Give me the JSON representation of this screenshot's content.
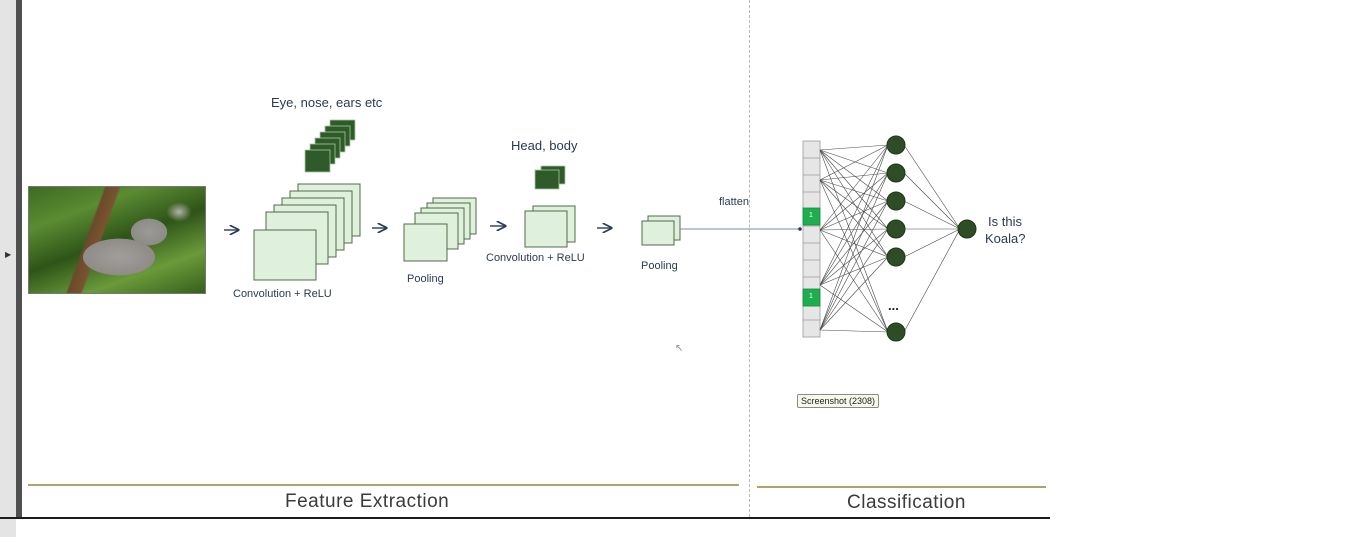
{
  "labels": {
    "feature_maps_1_caption": "Eye, nose, ears etc",
    "feature_maps_2_caption": "Head, body",
    "conv_relu_1": "Convolution + ReLU",
    "pooling_1": "Pooling",
    "conv_relu_2": "Convolution + ReLU",
    "pooling_2": "Pooling",
    "flatten": "flatten",
    "output_question_line1": "Is this",
    "output_question_line2": "Koala?",
    "ellipsis": "...",
    "flattened_cell_1": "1",
    "flattened_cell_2": "1"
  },
  "sections": {
    "feature_extraction": "Feature Extraction",
    "classification": "Classification"
  },
  "tooltip": "Screenshot (2308)",
  "colors": {
    "feature_map_fill": "#dff0dc",
    "feature_map_stroke": "#4f6b48",
    "dark_map_fill": "#2f5a2a",
    "neuron_fill": "#2e4d26",
    "active_cell": "#1fae4d",
    "arrow": "#2b3a55",
    "section_rule": "#b3a06e"
  },
  "icons": [
    "arrow-right-icon",
    "cursor-icon",
    "collapse-arrow-icon"
  ]
}
